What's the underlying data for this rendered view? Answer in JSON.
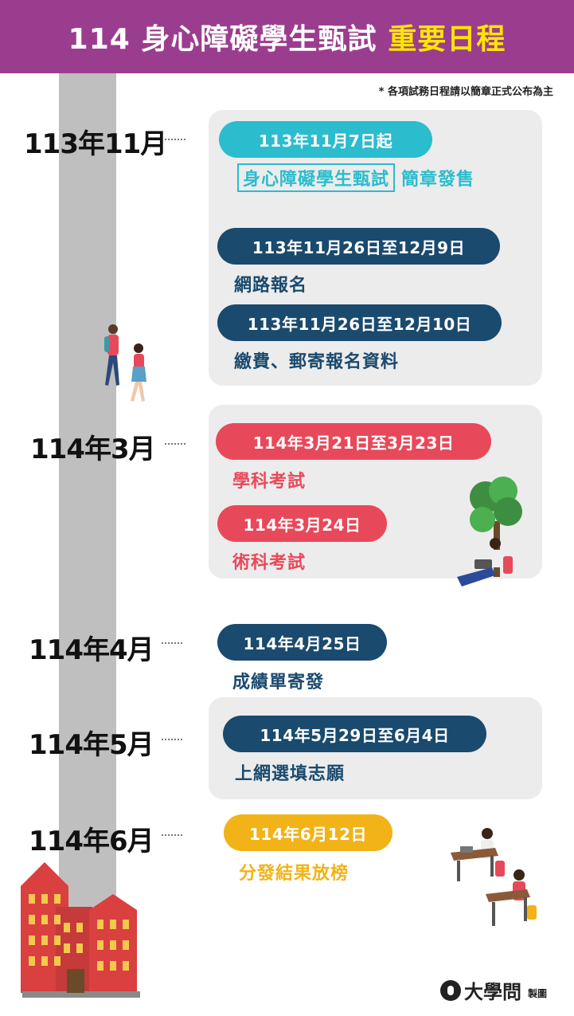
{
  "header": {
    "title_main": "114 身心障礙學生甄試",
    "title_highlight": "重要日程"
  },
  "note": "* 各項試務日程請以簡章正式公布為主",
  "colors": {
    "header_bg": "#9b3d8f",
    "highlight": "#ffe600",
    "cyan": "#2bbcce",
    "navy": "#1a4a6e",
    "red": "#e8495a",
    "yellow": "#f2b318",
    "panel": "#ececec"
  },
  "months": [
    "113年11月",
    "114年3月",
    "114年4月",
    "114年5月",
    "114年6月"
  ],
  "events": [
    {
      "date": "113年11月7日起",
      "boxed": "身心障礙學生甄試",
      "label": "簡章發售"
    },
    {
      "date": "113年11月26日至12月9日",
      "label": "網路報名"
    },
    {
      "date": "113年11月26日至12月10日",
      "label": "繳費、郵寄報名資料"
    },
    {
      "date": "114年3月21日至3月23日",
      "label": "學科考試"
    },
    {
      "date": "114年3月24日",
      "label": "術科考試"
    },
    {
      "date": "114年4月25日",
      "label": "成績單寄發"
    },
    {
      "date": "114年5月29日至6月4日",
      "label": "上網選填志願"
    },
    {
      "date": "114年6月12日",
      "label": "分發結果放榜"
    }
  ],
  "logo": {
    "name": "大學問",
    "sub": "製圖"
  }
}
